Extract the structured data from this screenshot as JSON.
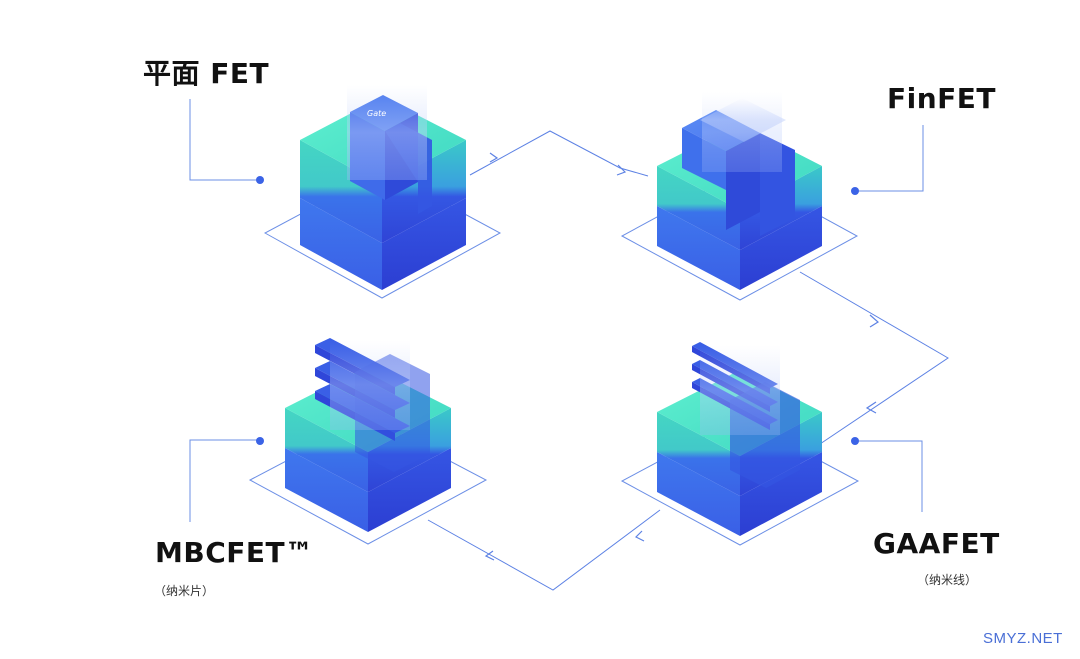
{
  "labels": {
    "planar": "平面 FET",
    "finfet": "FinFET",
    "mbcfet": "MBCFET™",
    "mbcfet_sub": "（纳米片）",
    "gaafet": "GAAFET",
    "gaafet_sub": "（纳米线）",
    "gate_tag": "Gate"
  },
  "watermark": "SMYZ.NET",
  "colors": {
    "teal": "#3fe0c0",
    "blue": "#3a63e8",
    "deep_blue": "#2f46d9",
    "line": "#4a78e0",
    "text": "#111111"
  }
}
